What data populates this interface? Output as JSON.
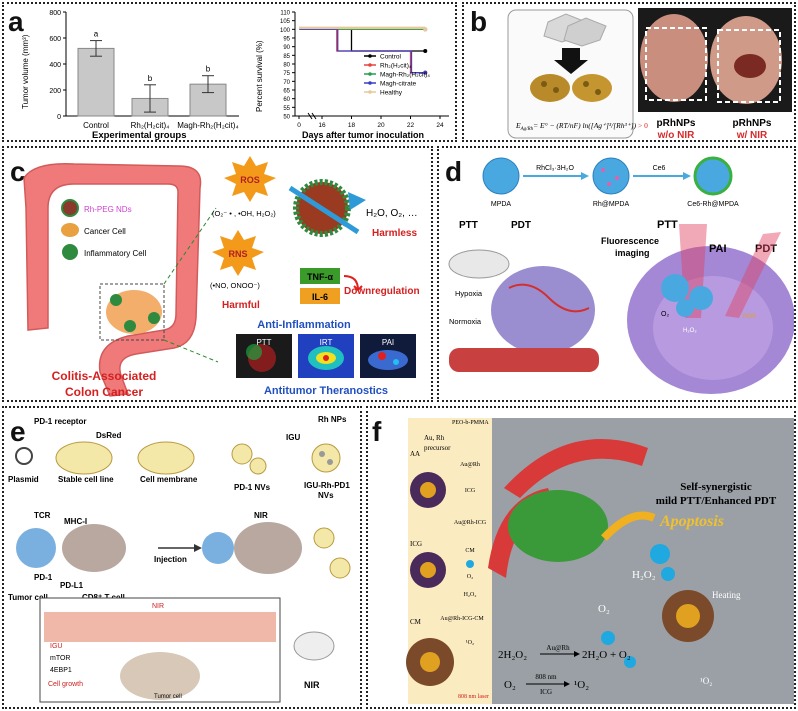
{
  "panels": {
    "a": {
      "label": "a",
      "bar_chart": {
        "ylabel": "Tumor volume (mm³)",
        "xlabel": "Experimental groups",
        "categories": [
          "Control",
          "Rh₂(H₂cit)₄",
          "Magh-Rh₂(H₂cit)₄"
        ],
        "sig_letters": [
          "a",
          "b",
          "b"
        ],
        "yticks": [
          "0",
          "200",
          "400",
          "600",
          "800"
        ]
      },
      "survival_chart": {
        "ylabel": "Percent survival (%)",
        "xlabel": "Days after tumor inoculation",
        "yticks": [
          "50",
          "55",
          "60",
          "65",
          "70",
          "75",
          "80",
          "85",
          "90",
          "95",
          "100",
          "105",
          "110"
        ],
        "xticks": [
          "0",
          "16",
          "18",
          "20",
          "22",
          "24"
        ],
        "legend": [
          "Control",
          "Rh₂(H₂cit)₄",
          "Magh-Rh₂(H₂cit)₄",
          "Magh-citrate",
          "Healthy"
        ]
      }
    },
    "b": {
      "label": "b",
      "equation_prefix": "E",
      "equation_sub": "Ag/Rh",
      "equation_body": "= E° − (RT/nF) ln([Ag⁺]³/[Rh³⁺])",
      "equation_suffix": "> 0",
      "caption_left_1": "pRhNPs",
      "caption_left_2": "w/o NIR",
      "caption_right_1": "pRhNPs",
      "caption_right_2": "w/ NIR"
    },
    "c": {
      "label": "c",
      "legend": [
        "Rh-PEG NDs",
        "Cancer Cell",
        "Inflammatory Cell"
      ],
      "cancer_title_1": "Colitis-Associated",
      "cancer_title_2": "Colon Cancer",
      "ros": "ROS",
      "ros_species": "(O₂⁻ • , •OH, H₂O₂)",
      "rns": "RNS",
      "rns_species": "(•NO, ONOO⁻)",
      "harmful": "Harmful",
      "products": "H₂O, O₂, …",
      "harmless": "Harmless",
      "tnf": "TNF-α",
      "il6": "IL-6",
      "downregulation": "Downregulation",
      "anti_inflammation": "Anti-Inflammation",
      "img_labels": [
        "PTT",
        "IRT",
        "PAI"
      ],
      "antitumor": "Antitumor Theranostics"
    },
    "d": {
      "label": "d",
      "np_labels": [
        "MPDA",
        "Rh@MPDA",
        "Ce6-Rh@MPDA"
      ],
      "reagent1": "RhCl₃·3H₂O",
      "reagent2": "Ce6",
      "ptt": "PTT",
      "pdt": "PDT",
      "hypoxia": "Hypoxia",
      "normoxia": "Normoxia",
      "fluorescence_1": "Fluorescence",
      "fluorescence_2": "imaging",
      "ptt2": "PTT",
      "pai": "PAI",
      "pdt2": "PDT",
      "o2": "O₂",
      "ros": "ROS",
      "h2o2": "H₂O₂"
    },
    "e": {
      "label": "e",
      "pd1_receptor": "PD-1 receptor",
      "dsred": "DsRed",
      "plasmid": "Plasmid",
      "stable": "Stable cell line",
      "membrane": "Cell membrane",
      "pd1nvs": "PD-1 NVs",
      "igu": "IGU",
      "rhnps": "Rh NPs",
      "igu_rh_1": "IGU-Rh-PD1",
      "igu_rh_2": "NVs",
      "tcr": "TCR",
      "mhc": "MHC-I",
      "pd1": "PD-1",
      "pdl1": "PD-L1",
      "tumor_cell": "Tumor cell",
      "cd8": "CD8⁺ T cell",
      "injection": "Injection",
      "nir": "NIR",
      "nir2": "NIR",
      "nir3": "NIR",
      "inset_igu": "IGU",
      "inset_mtor": "mTOR",
      "inset_4ebp1": "4EBP1",
      "inset_growth": "Cell growth",
      "inset_tumor": "Tumor cell"
    },
    "f": {
      "label": "f",
      "peo": "PEO-b-PMMA",
      "aa": "AA",
      "precursor_1": "Au, Rh",
      "precursor_2": "precursor",
      "icg": "ICG",
      "cm": "CM",
      "legend": [
        "Au@Rh",
        "ICG",
        "Au@Rh-ICG",
        "CM",
        "O₂",
        "H₂O₂",
        "Au@Rh-ICG-CM",
        "¹O₂",
        "808 nm laser"
      ],
      "title_1": "Self-synergistic",
      "title_2": "mild PTT/Enhanced PDT",
      "apoptosis": "Apoptosis",
      "h2o2": "H₂O₂",
      "o2": "O₂",
      "heating": "Heating",
      "singlet": "¹O₂",
      "eq1_left": "2H₂O₂",
      "eq1_cat": "Au@Rh",
      "eq1_right": "2H₂O + O₂",
      "eq2_left": "O₂",
      "eq2_cat1": "808 nm",
      "eq2_cat2": "ICG",
      "eq2_right": "¹O₂"
    }
  },
  "chart_data": [
    {
      "type": "bar",
      "categories": [
        "Control",
        "Rh₂(H₂cit)₄",
        "Magh-Rh₂(H₂cit)₄"
      ],
      "values": [
        520,
        135,
        245
      ],
      "errors": [
        60,
        105,
        65
      ],
      "ylabel": "Tumor volume (mm³)",
      "xlabel": "Experimental groups",
      "ylim": [
        0,
        800
      ],
      "color": "#c8c8c8"
    },
    {
      "type": "line",
      "subtype": "survival-step",
      "ylabel": "Percent survival (%)",
      "xlabel": "Days after tumor inoculation",
      "ylim": [
        50,
        110
      ],
      "xlim": [
        0,
        24
      ],
      "x_break": true,
      "series": [
        {
          "name": "Control",
          "color": "#000000",
          "points": [
            [
              0,
              100
            ],
            [
              18,
              100
            ],
            [
              18,
              87.5
            ],
            [
              23,
              87.5
            ]
          ]
        },
        {
          "name": "Rh₂(H₂cit)₄",
          "color": "#e8423c",
          "points": [
            [
              0,
              100
            ],
            [
              17,
              100
            ],
            [
              17,
              87.5
            ],
            [
              22,
              87.5
            ],
            [
              22,
              75
            ],
            [
              23,
              75
            ]
          ]
        },
        {
          "name": "Magh-Rh₂(H₂cit)₄",
          "color": "#2a9d4a",
          "points": [
            [
              0,
              100
            ],
            [
              23,
              100
            ]
          ]
        },
        {
          "name": "Magh-citrate",
          "color": "#3b3fc2",
          "points": [
            [
              0,
              100
            ],
            [
              17,
              100
            ],
            [
              17,
              87.5
            ],
            [
              22,
              87.5
            ],
            [
              22,
              75
            ],
            [
              23,
              75
            ]
          ]
        },
        {
          "name": "Healthy",
          "color": "#e8c79a",
          "points": [
            [
              0,
              100
            ],
            [
              23,
              100
            ]
          ]
        }
      ]
    }
  ]
}
